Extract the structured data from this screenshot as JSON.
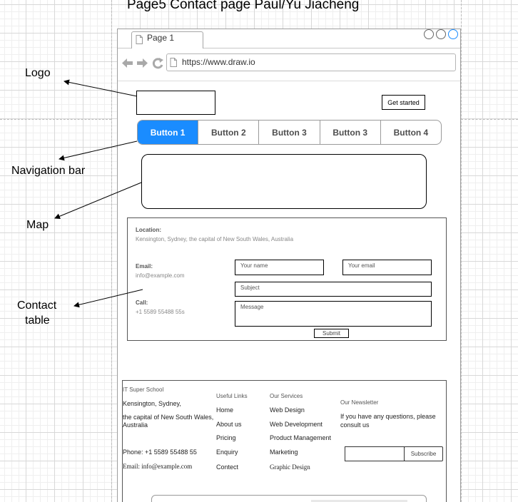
{
  "title": "Page5 Contact page Paul/Yu Jiacheng",
  "browser": {
    "tab_label": "Page 1",
    "url": "https://www.draw.io",
    "nav_icons": [
      "back-arrow-icon",
      "forward-arrow-icon",
      "refresh-icon",
      "page-icon"
    ]
  },
  "header": {
    "get_started": "Get started"
  },
  "nav": {
    "buttons": [
      "Button 1",
      "Button 2",
      "Button 3",
      "Button 3",
      "Button 4"
    ],
    "active_color": "#1a8cff"
  },
  "contact": {
    "location_label": "Location:",
    "location_value": "Kensington, Sydney, the capital of New South Wales, Australia",
    "email_label": "Email:",
    "email_value": "info@example.com",
    "call_label": "Call:",
    "call_value": "+1 5589 55488 55s",
    "name_placeholder": "Your name",
    "email_placeholder": "Your email",
    "subject_placeholder": "Subject",
    "message_placeholder": "Message",
    "submit": "Submit"
  },
  "footer": {
    "school": "IT Super School",
    "address1": "Kensington, Sydney,",
    "address2": "the capital of New South Wales,",
    "address3": "Australia",
    "phone": "Phone: +1 5589 55488 55",
    "email": "Email: info@example.com",
    "useful_links": {
      "heading": "Useful Links",
      "items": [
        "Home",
        "About us",
        "Pricing",
        "Enquiry",
        "Contect"
      ]
    },
    "services": {
      "heading": "Our Services",
      "items": [
        "Web Design",
        "Web Development",
        "Product Management",
        "Marketing",
        "Graphic Design"
      ]
    },
    "newsletter": {
      "heading": "Our Newsletter",
      "text1": "If you have any questions, please",
      "text2": "consult us",
      "subscribe": "Subscribe"
    }
  },
  "annotations": {
    "logo": "Logo",
    "navigation": "Navigation bar",
    "map": "Map",
    "contact_line1": "Contact",
    "contact_line2": "table"
  }
}
